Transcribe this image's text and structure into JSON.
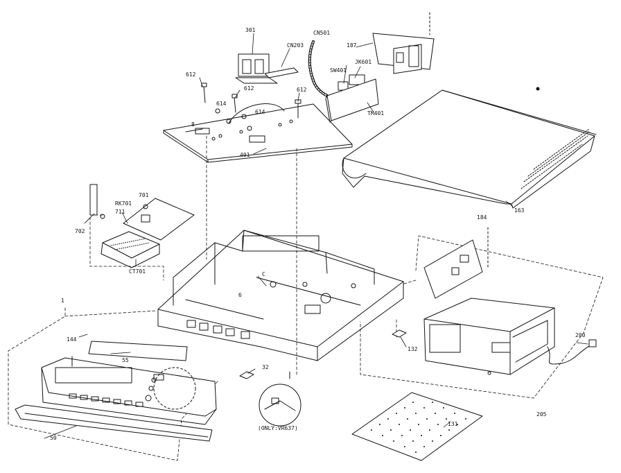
{
  "labels": {
    "p301": "301",
    "cn203": "CN203",
    "cn501": "CN501",
    "p187": "187",
    "p612a": "612",
    "p612b": "612",
    "p612c": "612",
    "p614a": "614",
    "p614b": "614",
    "p8": "8",
    "sw401": "SW401",
    "jk601": "JK601",
    "tm401": "TM401",
    "p401": "401",
    "p163": "163",
    "p702": "702",
    "p701": "701",
    "rk701": "RK701",
    "p711": "711",
    "ct701": "CT701",
    "p184": "184",
    "pc": "C",
    "p6": "6",
    "p1": "1",
    "p144": "144",
    "p55": "55",
    "p32a": "32",
    "p32b": "132",
    "p200": "200",
    "p205": "205",
    "p50": "50",
    "only": "(ONLY:VR637)",
    "p131": "131"
  }
}
